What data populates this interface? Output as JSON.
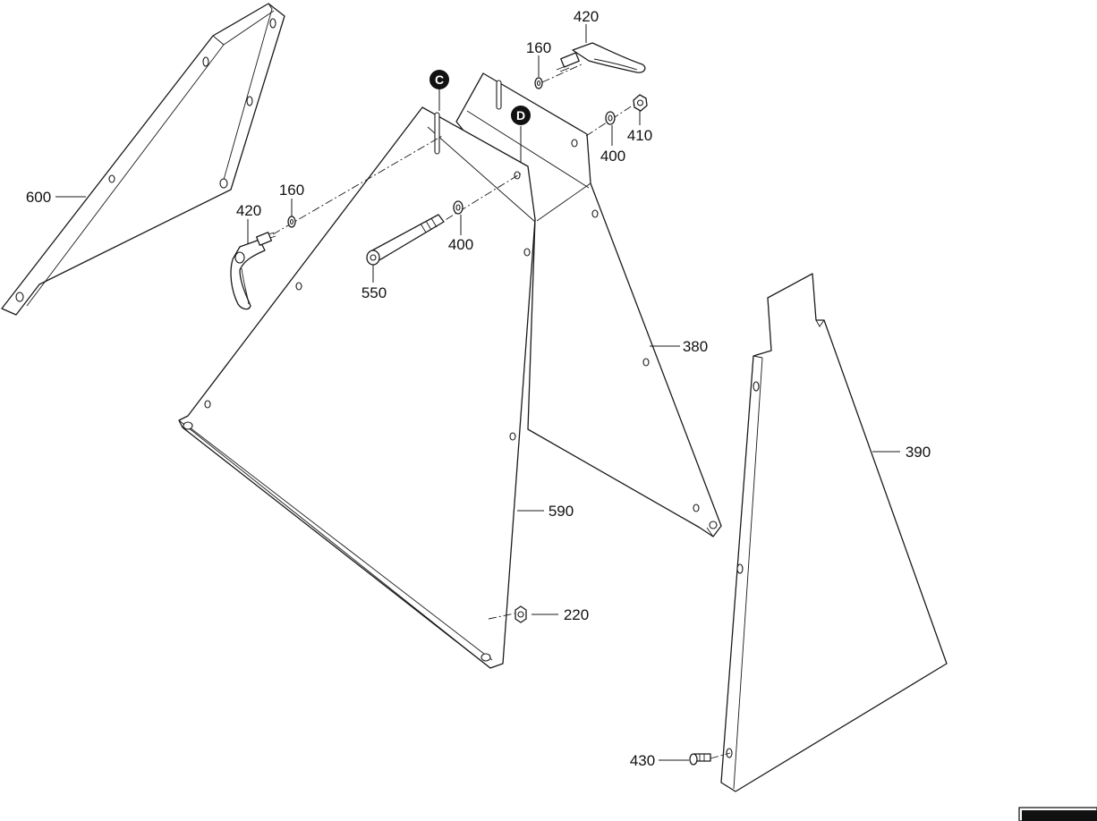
{
  "colors": {
    "line": "#1a1a1a",
    "background": "#ffffff",
    "callout_fill": "#111111"
  },
  "callouts": {
    "c": "C",
    "d": "D"
  },
  "labels": {
    "p420_top": "420",
    "p160_top": "160",
    "p410": "410",
    "p400_top": "400",
    "p600": "600",
    "p160_left": "160",
    "p420_left": "420",
    "p400_mid": "400",
    "p550": "550",
    "p380": "380",
    "p390": "390",
    "p590": "590",
    "p220": "220",
    "p430": "430"
  }
}
